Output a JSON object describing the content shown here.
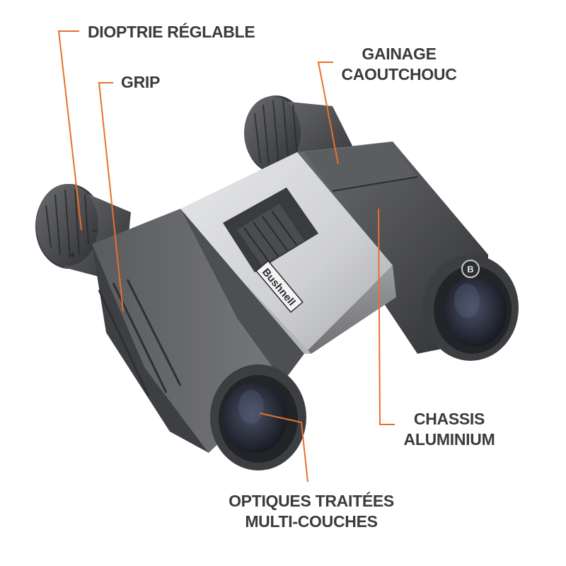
{
  "diagram": {
    "subject": "Bushnell compact binoculars",
    "brand_logo": "Bushnell",
    "brand_badge": "B",
    "accent_color": "#e8712a",
    "text_color": "#3b3b3d",
    "callouts": [
      {
        "id": "dioptrie",
        "lines": [
          "DIOPTRIE RÉGLABLE"
        ]
      },
      {
        "id": "grip",
        "lines": [
          "GRIP"
        ]
      },
      {
        "id": "gainage",
        "lines": [
          "GAINAGE",
          "CAOUTCHOUC"
        ]
      },
      {
        "id": "chassis",
        "lines": [
          "CHASSIS",
          "ALUMINIUM"
        ]
      },
      {
        "id": "optiques",
        "lines": [
          "OPTIQUES TRAITÉES",
          "MULTI-COUCHES"
        ]
      }
    ],
    "diopter_marks": {
      "plus": "+",
      "minus": "–"
    }
  }
}
